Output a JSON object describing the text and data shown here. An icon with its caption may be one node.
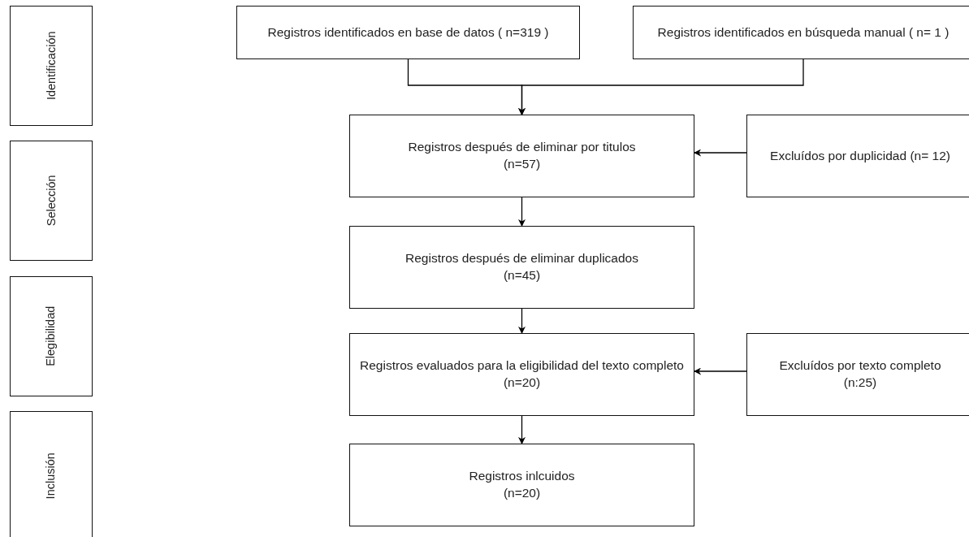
{
  "diagram": {
    "nodes": [
      {
        "text": [
          "Identificación"
        ]
      },
      {
        "text": [
          "Selección"
        ]
      },
      {
        "text": [
          "Elegibilidad"
        ]
      },
      {
        "text": [
          "Inclusión"
        ]
      },
      {
        "text": [
          "Registros identificados en base de datos ( n=319 )"
        ]
      },
      {
        "text": [
          "Registros identificados en búsqueda manual ( n= 1 )"
        ]
      },
      {
        "text": [
          "Registros después de eliminar por titulos",
          "(n=57)"
        ]
      },
      {
        "text": [
          "Excluídos por duplicidad (n= 12)"
        ]
      },
      {
        "text": [
          "Registros después de eliminar duplicados",
          "(n=45)"
        ]
      },
      {
        "text": [
          "Registros evaluados para la eligibilidad del texto completo",
          "(n=20)"
        ]
      },
      {
        "text": [
          "Excluídos por texto completo",
          "(n:25)"
        ]
      },
      {
        "text": [
          "Registros inlcuidos",
          "(n=20)"
        ]
      }
    ],
    "edges": [
      {
        "from": 4,
        "to": 6,
        "arrow": "to"
      },
      {
        "from": 5,
        "to": 6,
        "arrow": "to"
      },
      {
        "from": 7,
        "to": 6,
        "arrow": "to"
      },
      {
        "from": 6,
        "to": 8,
        "arrow": "to"
      },
      {
        "from": 8,
        "to": 9,
        "arrow": "to"
      },
      {
        "from": 10,
        "to": 9,
        "arrow": "to"
      },
      {
        "from": 9,
        "to": 11,
        "arrow": "to"
      }
    ]
  }
}
